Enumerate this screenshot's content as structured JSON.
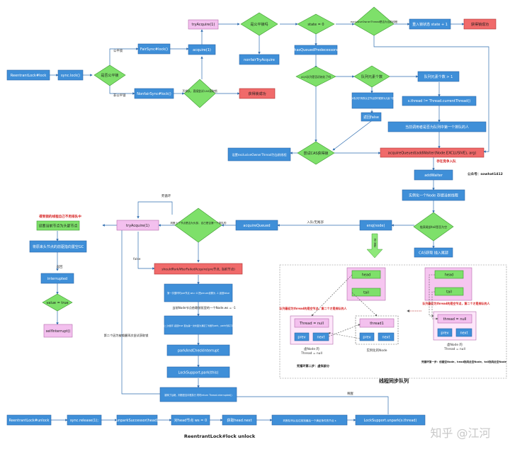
{
  "colors": {
    "process": "#3f8fd8",
    "decision": "#7ee06a",
    "method": "#f3c0ee",
    "alert": "#f06a6a",
    "accent_text": "#d62020"
  },
  "lock": {
    "start": "ReentrantLock#lock",
    "sync_lock": "sync.lock()",
    "is_fair": "是否公平锁",
    "fair_label": "公平锁",
    "nonfair_label": "非公平锁",
    "fair_sync": "FairSync#lock()",
    "nonfair_sync": "NonfairSync#lock()",
    "acquire": "acquire(1)",
    "cas_try": "不排队，直接尝试CAS获取锁",
    "success": "获得锁成功",
    "try_acquire": "tryAcquire(1)",
    "is_fair2": "是公平锁吗",
    "nonfair_try": "nonfairTryAcquire",
    "state_zero": "state = 0",
    "has_queued": "hasQueuedPredecessors",
    "owner_check": "exclusiveOwnerThread是否为当前线程",
    "reentry": "重入锁状态 state + 1",
    "reentry_success": "获得锁成功",
    "init_check": "AQS队列是否初始化了吗",
    "queue_size": "队列元素个数",
    "queue_gt1": "队列元素个数 > 1",
    "queue_eq1_text": "当AQS队列只有默认空节点的时候即为元素个数为1",
    "return_false": "返回false",
    "thread_check": "s.thread != Thread.currentThread()",
    "queued_check": "当前调用者是否为队列中第一个排队的人",
    "cas_get": "尝试CAS获得锁",
    "set_owner": "设置exclusiveOwnerThread为当前线程",
    "acquire_queued": "acquireQueued(addWaiter(Node.EXCLUSIVE), arg)",
    "prepare": "存在竞争入队",
    "add_waiter": "addWaiter",
    "new_node": "实例化一个Node 存储当前线程",
    "tail_check": "链表尾部tail是否为空",
    "cas_tail": "CAS获取 插入尾部",
    "enq": "enq(node)",
    "enq_label": "入队/无尾部",
    "enter_label": "进入循环",
    "acquire_queued2": "acquireQueued",
    "is_first": "判断上个节点是否为头部，自己是否第一个排队的",
    "try_acquire2": "tryAcquire(1)",
    "false_label": "false",
    "spin_label": "死循环",
    "get_lock_title": "得到锁的线程自己不用排队中",
    "set_head": "设置当前节点为头部节点",
    "clear_prev": "将原来头节点的前驱指向置空GC",
    "return_label": "返回",
    "interrupted": "interrupted",
    "value_true": "value = true",
    "self_interrupt": "selfInterrupt()",
    "should_park": "shouldParkAfterFailedAcquire(pre节点, 当前节点)",
    "first_round": "第一次循环时pre节点 ws= 0 把pre.ws设置为 -1 返回false",
    "ws_note": "当前Node节点依赖前驱里的一个Node.ws = -1",
    "second_round": "第二次循环 返回true 若在第一次时因为满足了判断Fpark，park代码下移",
    "park_check": "parkAndCheckInterrupt",
    "lock_park": "LockSupport.park(this)",
    "unparked": "被唤了后继，判断是否中断执行 同时return Thread.interrupted()",
    "second_note": "第二个因为被唤醒再次尝试获取锁",
    "watermark": "公众号：sowhat1412"
  },
  "queue": {
    "title": "线程同步队列",
    "left_head": "head",
    "left_tail": "tail",
    "left_note": "队列最初为thread的是空节点，第二个才是排队的人",
    "left_thread": "Thread = null",
    "prev": "prev",
    "next": "next",
    "left_caption_1": "虚Node 的",
    "left_caption_2": "Thread = null",
    "thread1": "thread1",
    "thread1_caption": "实例化的Node",
    "right_head": "head",
    "right_tail": "tail",
    "right_note": "队列最初为thread的是空节点，第二个才是排队的人",
    "right_thread": "thread = null",
    "right_caption_1": "虚Node 的",
    "right_caption_2": "Thread = null",
    "step2": "死循环第二步：虚拟部分",
    "step1": "死循环第一步：创建空Node，head指向此空Node，tail指向此空Node"
  },
  "unlock": {
    "start": "ReentrantLock#unlock",
    "release": "sync.release(1);",
    "unpark_succ": "unparkSuccessor(head)",
    "head_ws": "对head节点 ws = 0",
    "get_next": "获取head.next",
    "find_last": "判断队列从后往前找最后一个满足条件的节点 s",
    "unpark": "LockSupport.unpark(s.thread)",
    "wake_label": "唤醒",
    "title": "ReentrantLock#lock unlock"
  },
  "watermark_brand": "知乎 @江河"
}
